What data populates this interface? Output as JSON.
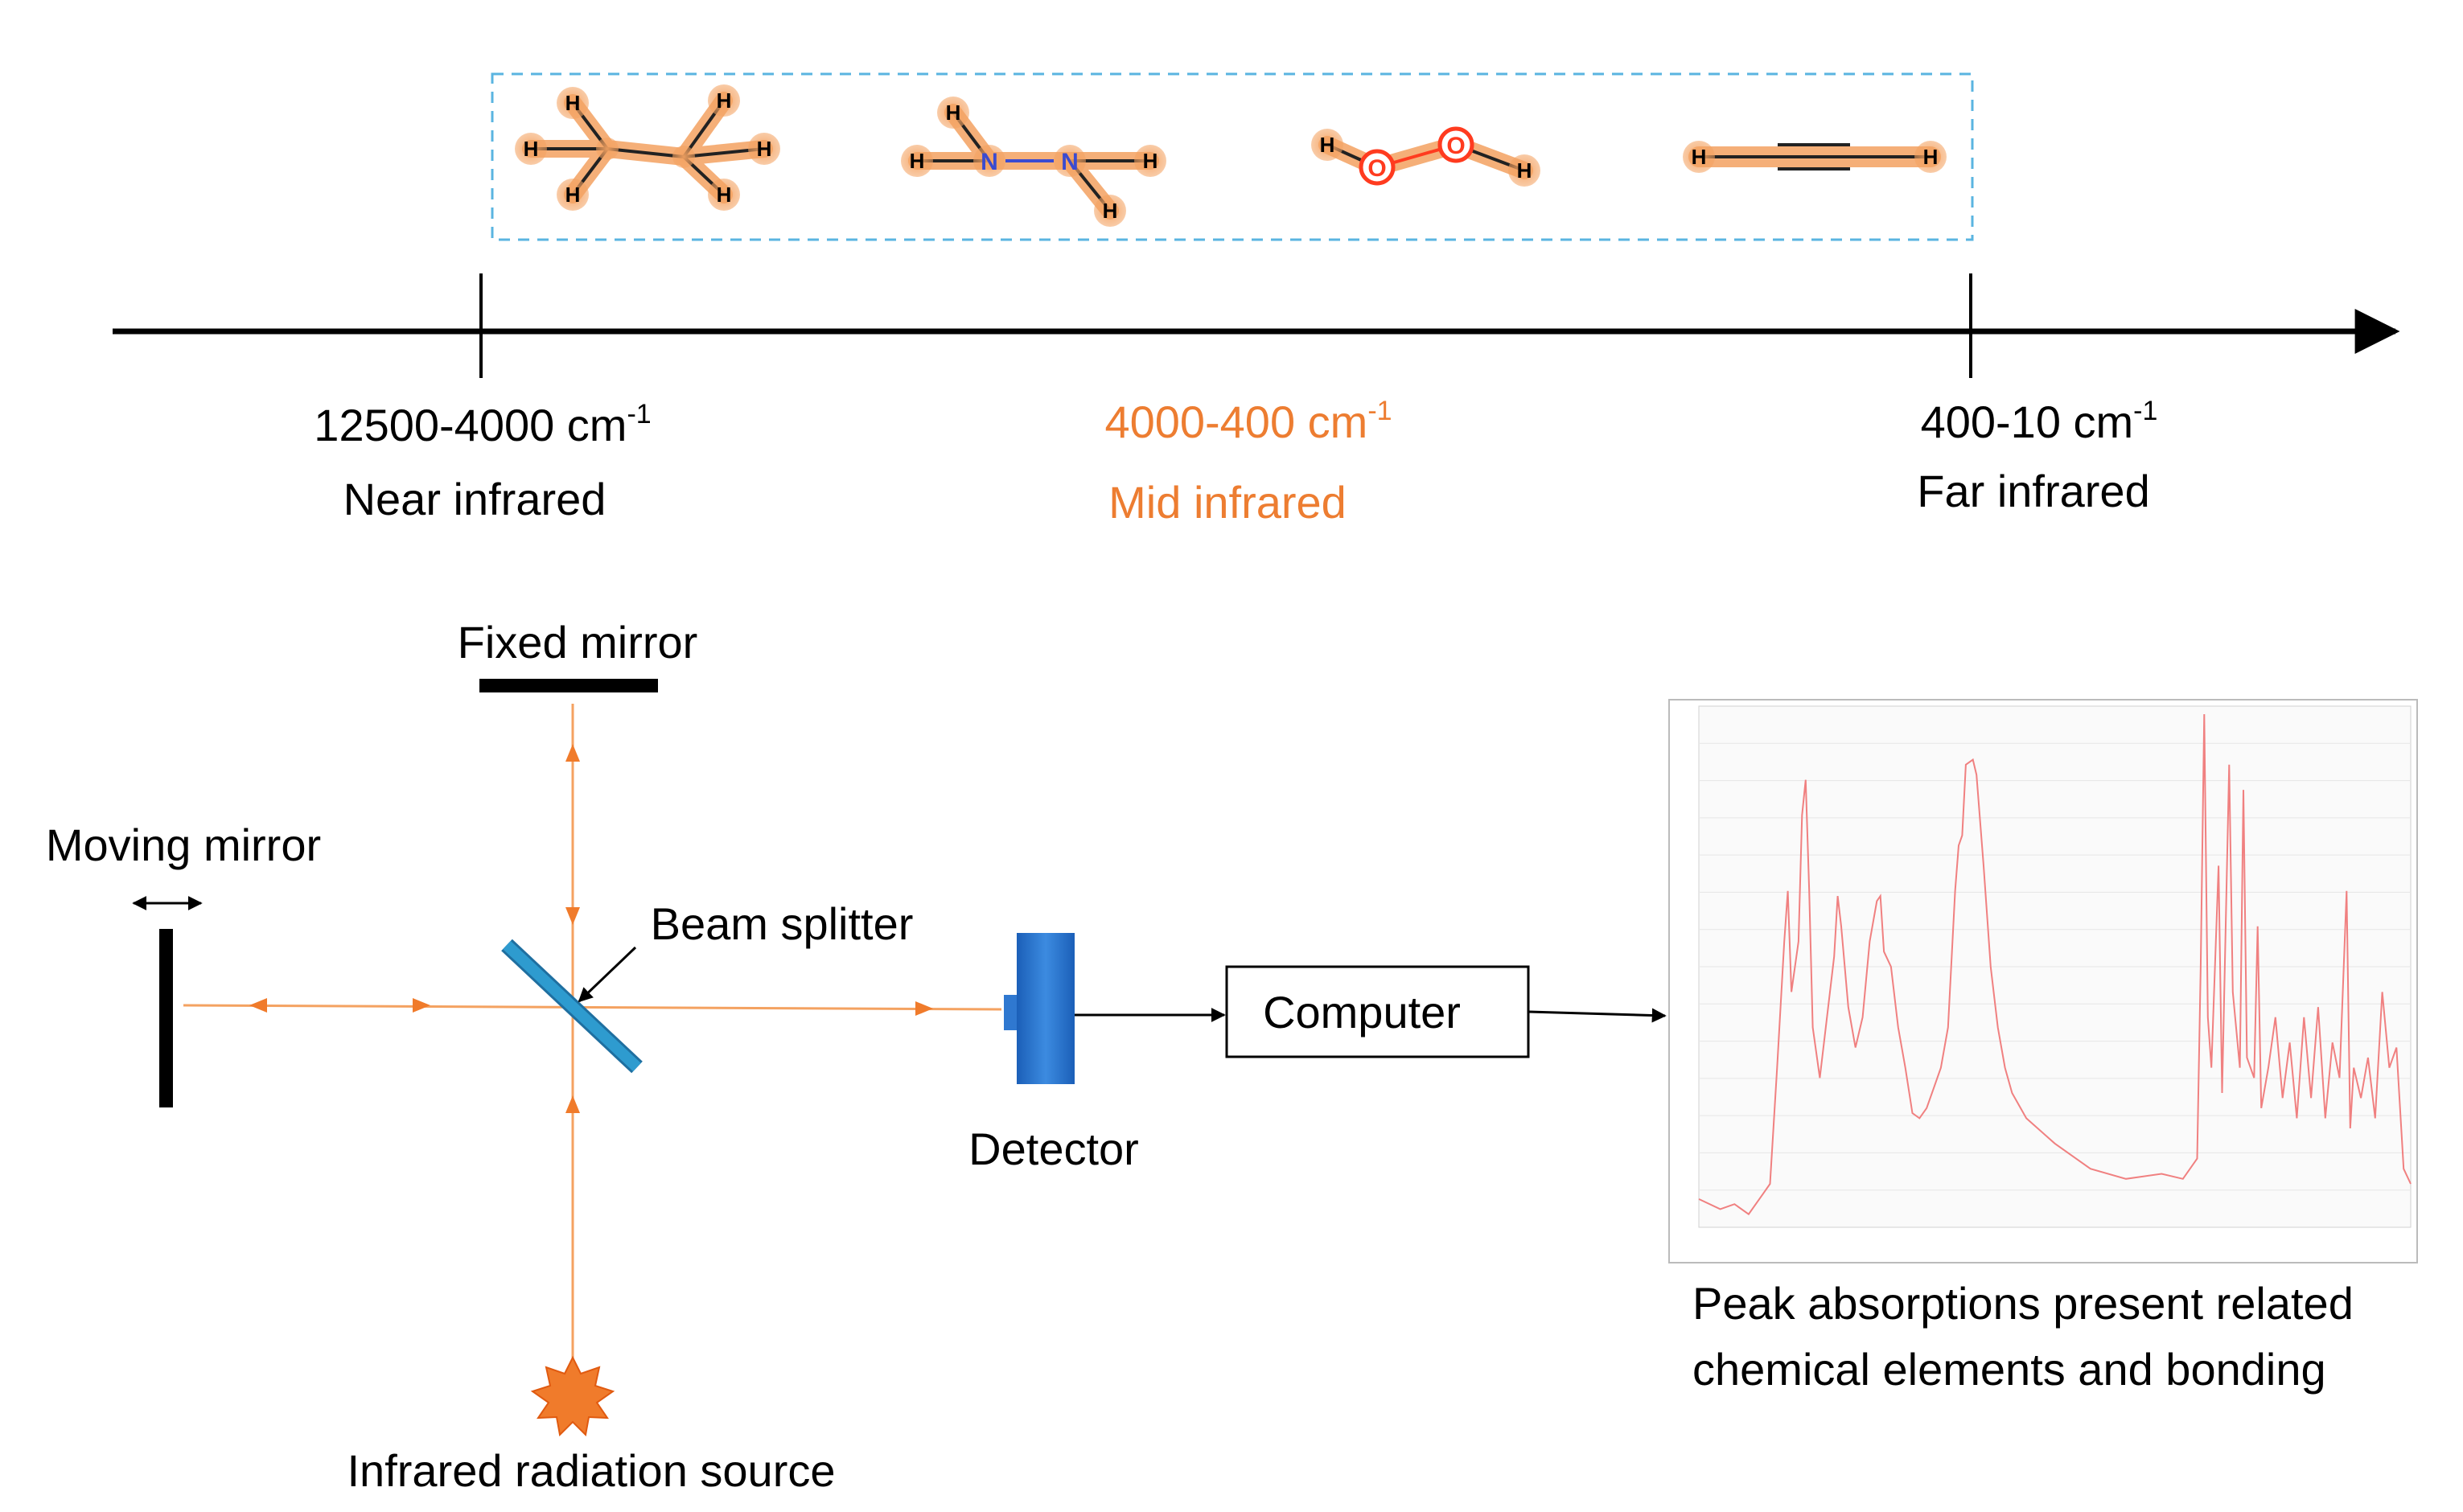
{
  "spectrum_scale": {
    "near": {
      "range": "12500-4000 cm",
      "sup": "-1",
      "label": "Near infrared"
    },
    "mid": {
      "range": "4000-400 cm",
      "sup": "-1",
      "label": "Mid infrared"
    },
    "far": {
      "range": "400-10 cm",
      "sup": "-1",
      "label": "Far infrared"
    }
  },
  "molecules": {
    "ethane": {
      "h": "H"
    },
    "hydrazine": {
      "h": "H",
      "n": "N"
    },
    "peroxide": {
      "h": "H",
      "o": "O"
    },
    "ethyne": {
      "h": "H"
    }
  },
  "setup": {
    "fixed_mirror": "Fixed mirror",
    "moving_mirror": "Moving mirror",
    "beam_splitter": "Beam splitter",
    "detector": "Detector",
    "computer": "Computer",
    "source": "Infrared radiation source",
    "result_line1": "Peak absorptions present related",
    "result_line2": "chemical elements and bonding"
  },
  "colors": {
    "accent_orange": "#ED7D31",
    "beam": "#F4A261",
    "splitter": "#2E9BCF",
    "detector": "#2F78D0",
    "spectrum": "#F08080",
    "box_border": "#5AB4E0"
  }
}
